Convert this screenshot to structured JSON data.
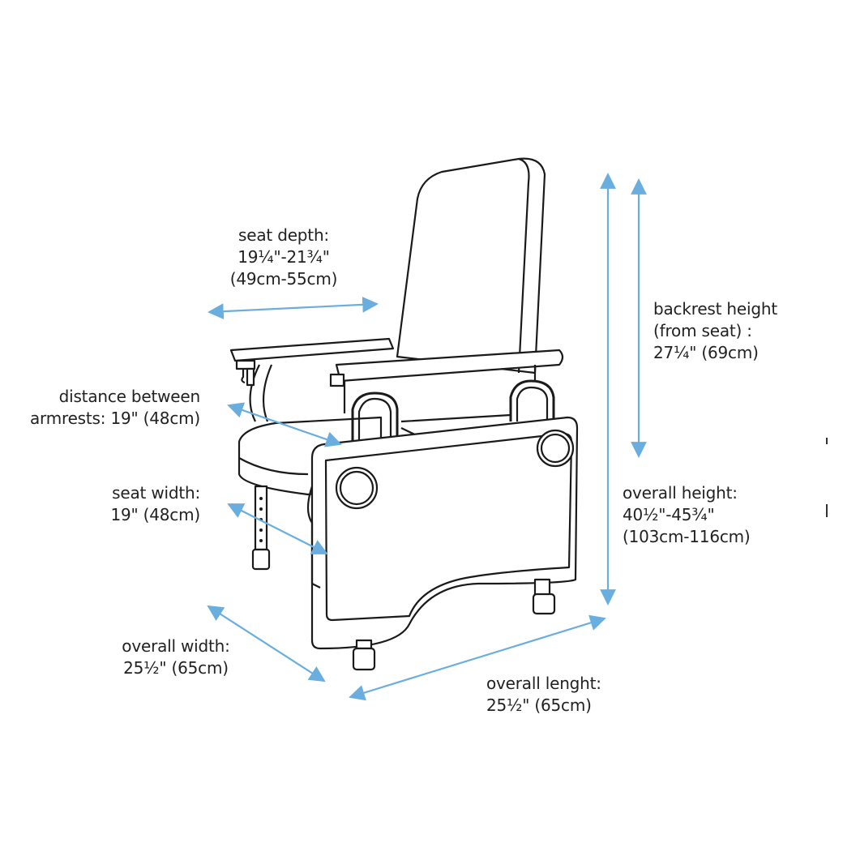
{
  "colors": {
    "arrow": "#6aaee0",
    "line": "#1a1a1a",
    "text": "#222222"
  },
  "labels": {
    "seat_depth": {
      "title": "seat depth:",
      "inches": "19¼\"-21¾\"",
      "cm": "(49cm-55cm)"
    },
    "backrest_height": {
      "title": "backrest height",
      "sub": "(from seat) :",
      "value": "27¼\" (69cm)"
    },
    "armrest_distance": {
      "title": "distance between",
      "value": "armrests: 19\" (48cm)"
    },
    "seat_width": {
      "title": "seat width:",
      "value": "19\" (48cm)"
    },
    "overall_height": {
      "title": "overall height:",
      "inches": "40½\"-45¾\"",
      "cm": "(103cm-116cm)"
    },
    "overall_width": {
      "title": "overall width:",
      "value": "25½\" (65cm)"
    },
    "overall_length": {
      "title": "overall lenght:",
      "value": "25½\" (65cm)"
    }
  }
}
